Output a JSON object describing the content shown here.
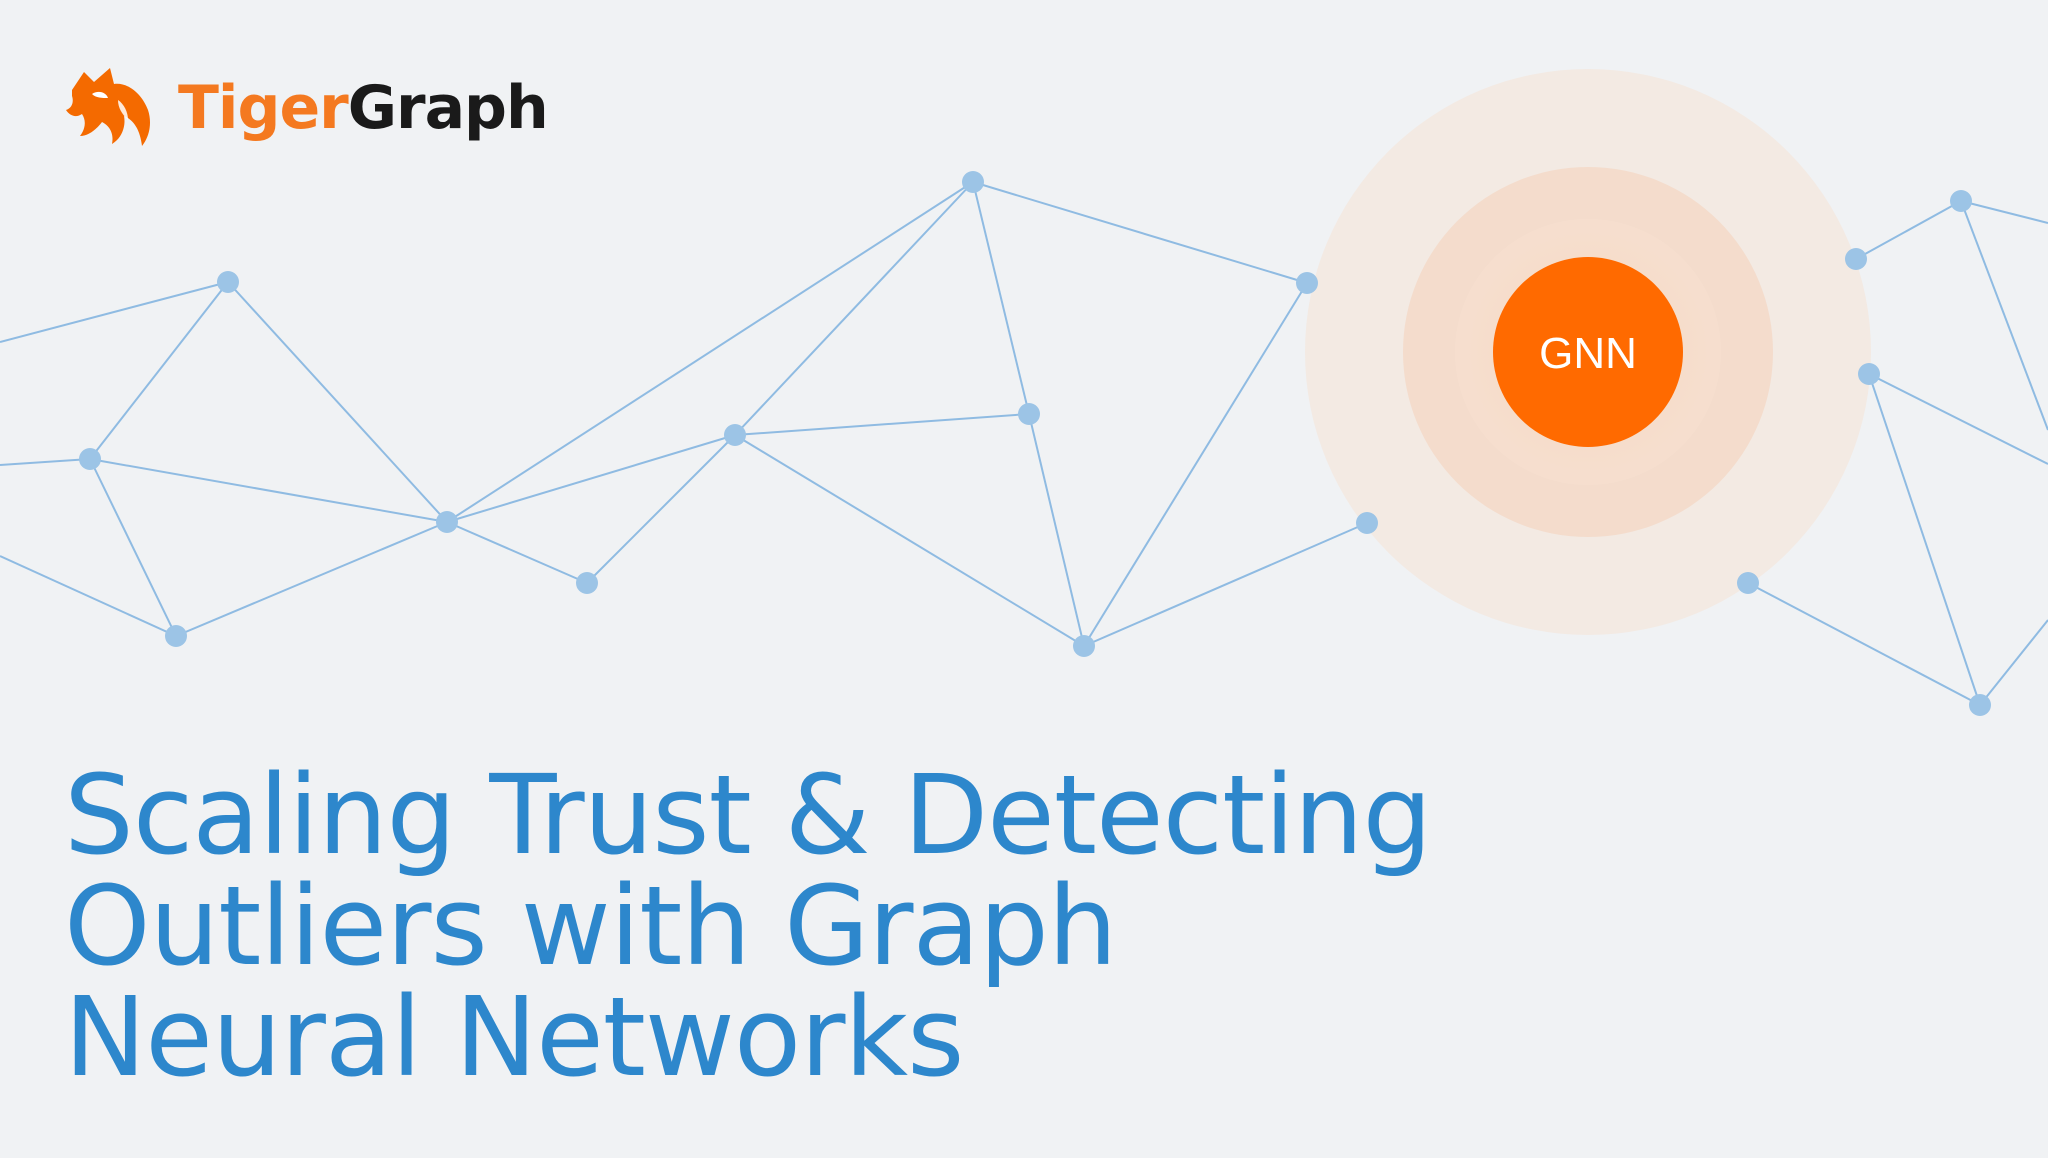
{
  "brand": {
    "name_part1": "Tiger",
    "name_part2": "Graph",
    "logo_icon": "tiger-head-icon",
    "orange": "#f46a00",
    "dark": "#1a1a1a"
  },
  "badge": {
    "label": "GNN",
    "color": "#ff6a00"
  },
  "headline": {
    "lines": [
      "Scaling Trust & Detecting",
      "Outliers with Graph",
      "Neural Networks"
    ],
    "color": "#2d87cc"
  },
  "graph": {
    "node_color": "#9cc4e6",
    "edge_color": "#8fbbe2"
  }
}
